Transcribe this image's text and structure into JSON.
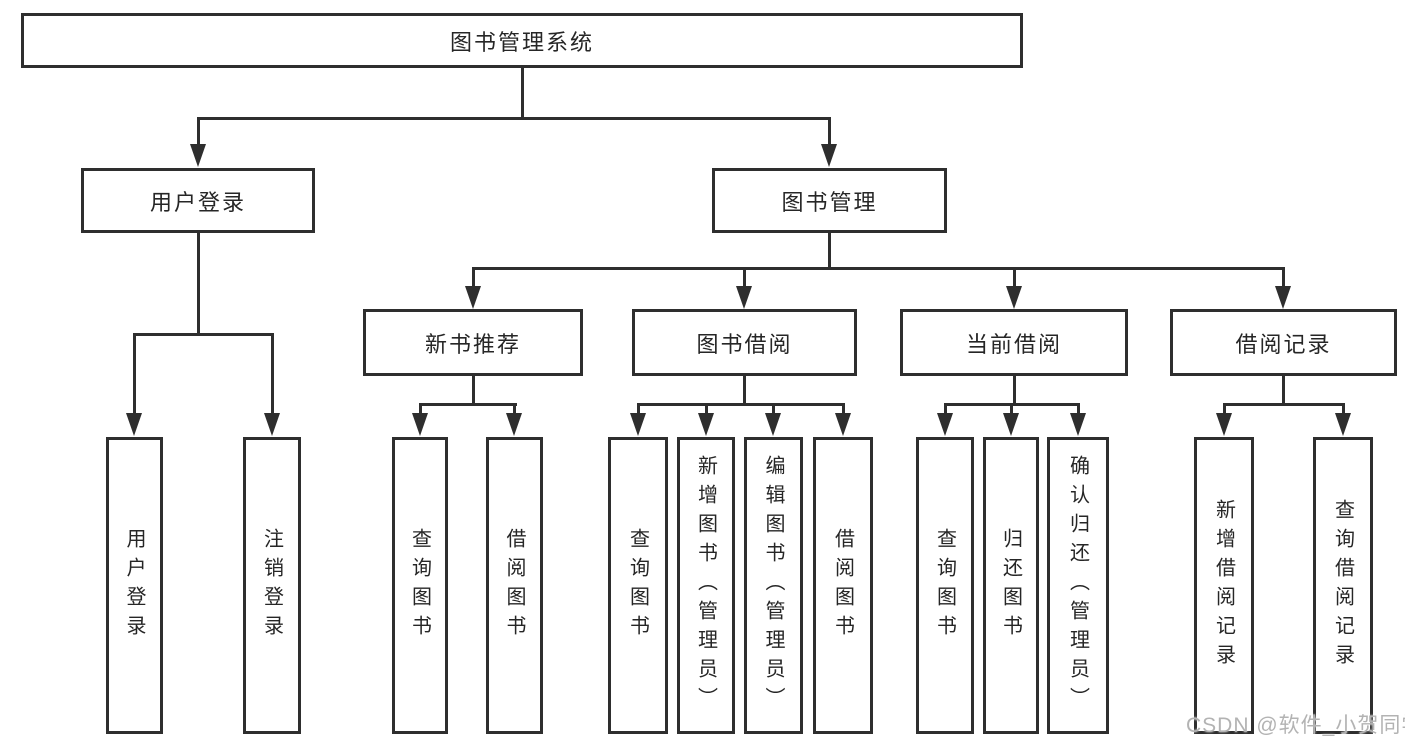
{
  "diagram": {
    "title": "图书管理系统",
    "tree": {
      "root": {
        "label": "图书管理系统",
        "children": [
          {
            "label": "用户登录",
            "children": [
              {
                "label": "用户登录"
              },
              {
                "label": "注销登录"
              }
            ]
          },
          {
            "label": "图书管理",
            "children": [
              {
                "label": "新书推荐",
                "children": [
                  {
                    "label": "查询图书"
                  },
                  {
                    "label": "借阅图书"
                  }
                ]
              },
              {
                "label": "图书借阅",
                "children": [
                  {
                    "label": "查询图书"
                  },
                  {
                    "label": "新增图书（管理员）"
                  },
                  {
                    "label": "编辑图书（管理员）"
                  },
                  {
                    "label": "借阅图书"
                  }
                ]
              },
              {
                "label": "当前借阅",
                "children": [
                  {
                    "label": "查询图书"
                  },
                  {
                    "label": "归还图书"
                  },
                  {
                    "label": "确认归还（管理员）"
                  }
                ]
              },
              {
                "label": "借阅记录",
                "children": [
                  {
                    "label": "新增借阅记录"
                  },
                  {
                    "label": "查询借阅记录"
                  }
                ]
              }
            ]
          }
        ]
      }
    },
    "colors": {
      "line": "#2e2e2e",
      "text": "#262626",
      "background": "#ffffff",
      "watermark": "#b3b3b3"
    },
    "watermark": {
      "text": "CSDN @软件_小贺同学"
    }
  }
}
